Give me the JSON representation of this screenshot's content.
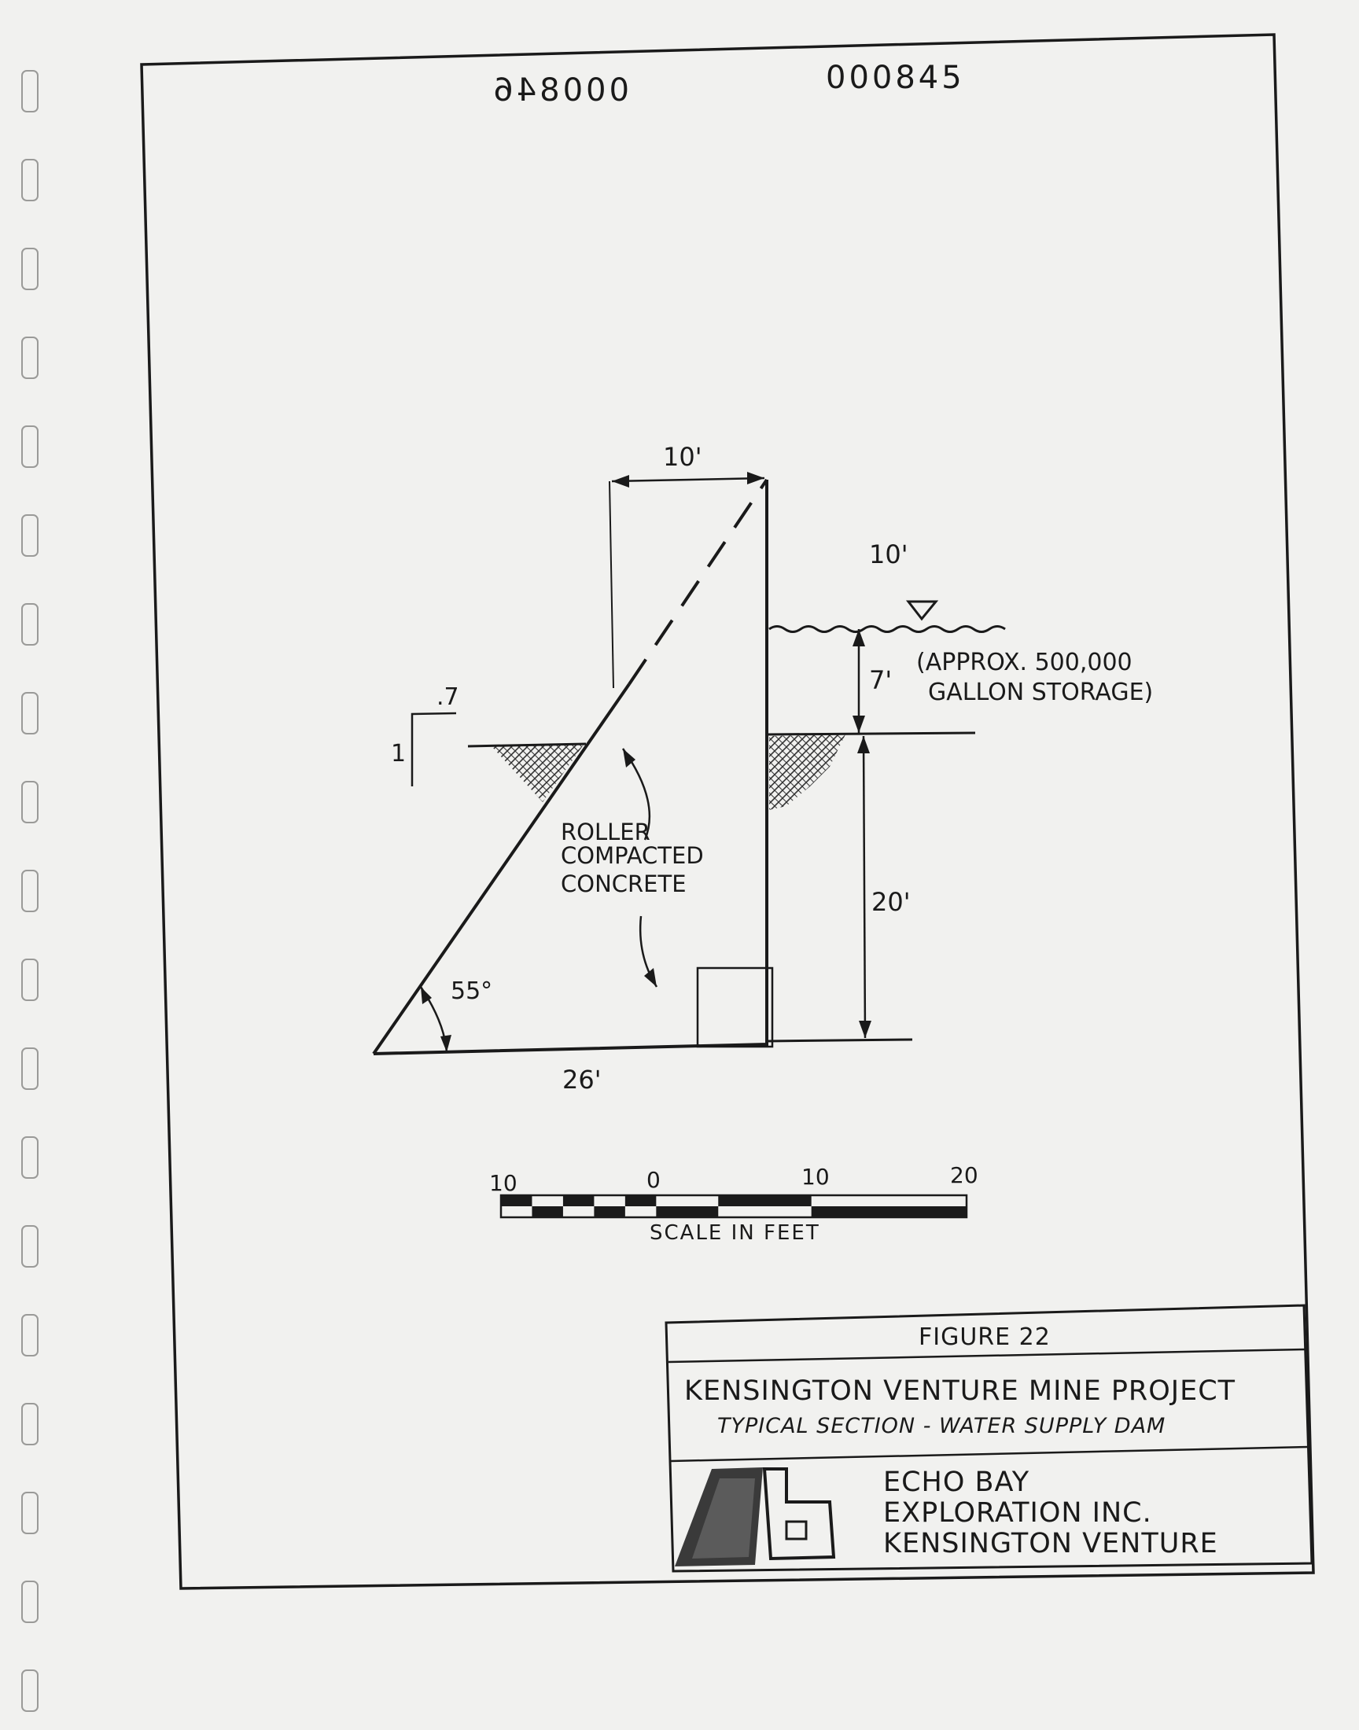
{
  "document_number": "000845",
  "document_number_mirrored": "000846",
  "dimensions": {
    "crest_width": "10'",
    "freeboard": "10'",
    "water_depth": "7'",
    "embed_depth": "20'",
    "base_width": "26'",
    "slope_run": ".7",
    "slope_rise": "1",
    "angle": "55°"
  },
  "storage_note": {
    "line1": "(APPROX. 500,000",
    "line2": "GALLON STORAGE)"
  },
  "material_label": {
    "line1": "ROLLER",
    "line2": "COMPACTED",
    "line3": "CONCRETE"
  },
  "scale_bar": {
    "tick_labels": [
      "10",
      "0",
      "10",
      "20"
    ],
    "caption": "SCALE IN FEET"
  },
  "title_block": {
    "figure": "FIGURE 22",
    "project": "KENSINGTON VENTURE MINE PROJECT",
    "subtitle": "TYPICAL SECTION - WATER SUPPLY DAM",
    "company_line1": "ECHO BAY",
    "company_line2": "EXPLORATION INC.",
    "company_line3": "KENSINGTON VENTURE",
    "logo_text": "Eb"
  }
}
